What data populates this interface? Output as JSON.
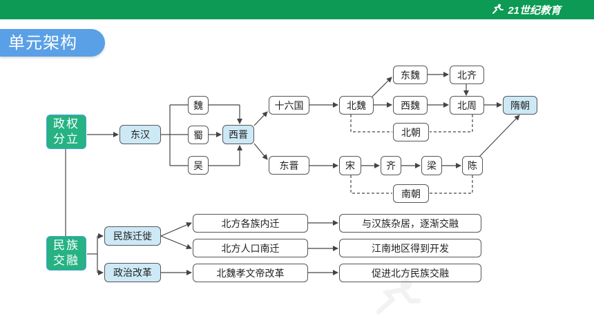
{
  "header": {
    "logo_mark": "21世纪教育"
  },
  "section_title": "单元架构",
  "diagram": {
    "regime_division": "政权分立",
    "ethnic_fusion": "民族交融",
    "eastern_han": "东汉",
    "wei": "魏",
    "shu": "蜀",
    "wu": "吴",
    "western_jin": "西晋",
    "sixteen_kingdoms": "十六国",
    "eastern_jin": "东晋",
    "northern_wei": "北魏",
    "eastern_wei": "东魏",
    "western_wei": "西魏",
    "northern_qi": "北齐",
    "northern_zhou": "北周",
    "sui_dynasty": "隋朝",
    "northern_dynasties": "北朝",
    "song": "宋",
    "qi": "齐",
    "liang": "梁",
    "chen": "陈",
    "southern_dynasties": "南朝",
    "migration": "民族迁徙",
    "political_reform": "政治改革",
    "northern_peoples_inward": "北方各族内迁",
    "northern_population_south": "北方人口南迁",
    "xiaowen_reform": "北魏孝文帝改革",
    "mixed_with_han": "与汉族杂居，逐渐交融",
    "jiangnan_developed": "江南地区得到开发",
    "promote_fusion": "促进北方民族交融"
  },
  "colors": {
    "top_bar": "#0c9a55",
    "title_bar": "#5aa0e6",
    "root_node": "#26b283",
    "highlight_node": "#cde9f6",
    "line": "#444444"
  }
}
